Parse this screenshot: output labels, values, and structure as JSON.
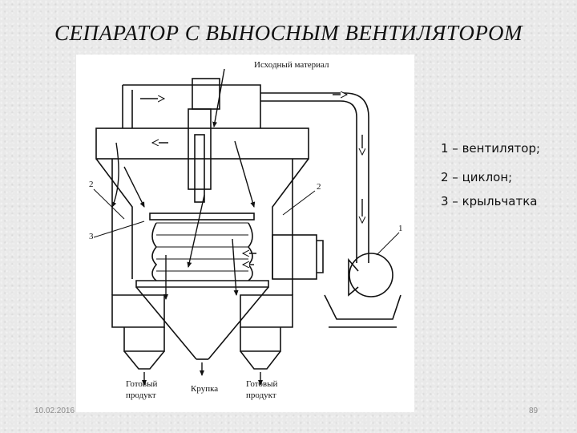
{
  "slide": {
    "title": "СЕПАРАТОР С ВЫНОСНЫМ ВЕНТИЛЯТОРОМ",
    "date": "10.02.2016",
    "page": "89"
  },
  "diagram": {
    "input_label": "Исходный материал",
    "callouts": [
      "1",
      "2",
      "2",
      "3"
    ],
    "outputs": {
      "left_line1": "Готовый",
      "left_line2": "продукт",
      "center": "Крупка",
      "right_line1": "Готовый",
      "right_line2": "продукт"
    }
  },
  "legend": [
    "1 – вентилятор;",
    "2 – циклон;",
    "3 – крыльчатка"
  ]
}
